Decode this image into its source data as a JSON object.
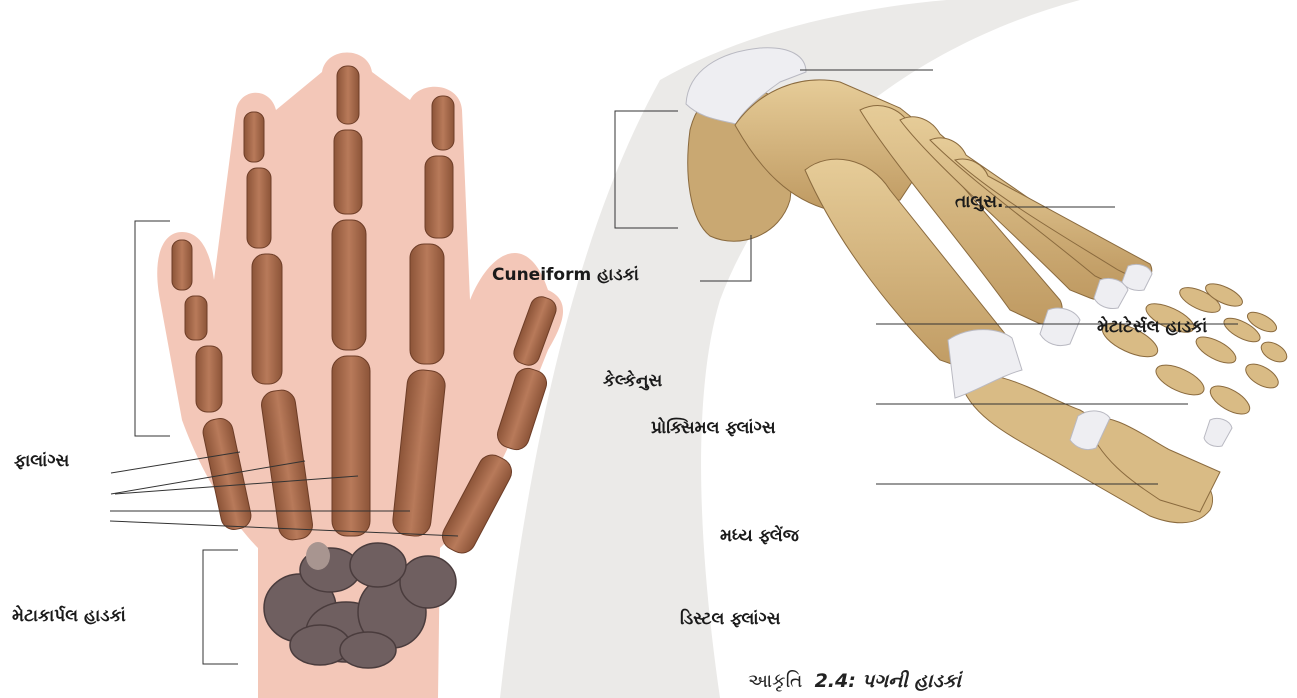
{
  "labels": {
    "phalanges": "ફાલાંગ્સ",
    "metacarpal": "મેટાકાર્પલ હાડકાં",
    "cuneiform": "Cuneiform હાડકાં",
    "calcaneus": "કેલ્કેનુસ",
    "proximal": "પ્રોક્સિમલ ફ્લાંગ્સ",
    "middle": "મધ્ય ફ્લેંજ",
    "distal": "ડિસ્ટલ ફ્લાંગ્સ",
    "talus": "તાલુસ.",
    "metatarsal": "મેટાટેર્સલ હાડકાં"
  },
  "caption": {
    "prefix": "આકૃતિ",
    "number": "2.4:",
    "title": "પગની હાડકાં"
  },
  "colors": {
    "skin": "#f3c7b8",
    "bone": "#a86a4c",
    "carpal": "#6f5f60",
    "footBone": "#d9bb85",
    "cartilage": "#eeeef2",
    "swoosh": "#ebeae8",
    "line": "#333333"
  }
}
